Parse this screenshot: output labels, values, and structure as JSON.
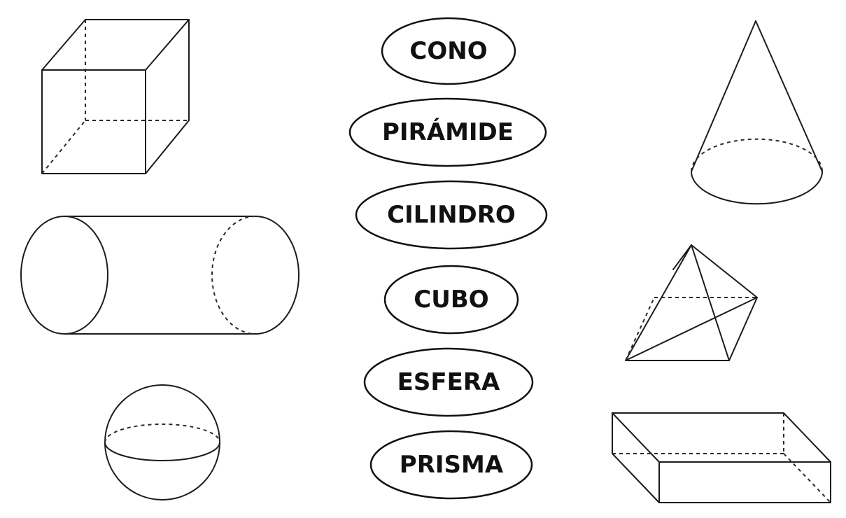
{
  "labels": {
    "cono": "CONO",
    "piramide": "PIRÁMIDE",
    "cilindro": "CILINDRO",
    "cubo": "CUBO",
    "esfera": "ESFERA",
    "prisma": "PRISMA"
  },
  "shapes_left": [
    "cube",
    "cylinder",
    "sphere"
  ],
  "shapes_right": [
    "cone",
    "pyramid",
    "rectangular-prism"
  ],
  "colors": {
    "line": "#1c1c1c",
    "background": "#ffffff"
  }
}
